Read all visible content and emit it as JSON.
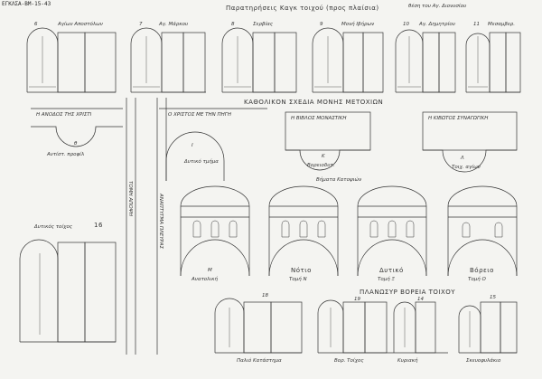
{
  "sheet": {
    "archive_code": "ΕΓΚΛΣΑ-ΒΜ-15-43",
    "header_title": "Παρατηρήσεις Καγκ τοιχού (προς πλαίσια)",
    "header_sub": "θέση του Αγ. Διονυσίου"
  },
  "top_row": [
    {
      "num": "6",
      "caption": "Αγίων Αποστόλων"
    },
    {
      "num": "7",
      "caption": "Αγ. Μάρκου"
    },
    {
      "num": "8",
      "caption": "Σερβίας"
    },
    {
      "num": "9",
      "caption": "Μονή Ιβήρων"
    },
    {
      "num": "10",
      "caption": "Αγ. Δημητρίου"
    },
    {
      "num": "11",
      "caption": "Μεσαμβερ."
    }
  ],
  "middle_title": "ΚΑΘΟΛΙΚΟΝ ΣΧΕΔΙΑ ΜΟΝΗΣ ΜΕΤΟΧΙΩΝ",
  "middle_panels": [
    {
      "title": "Η ΑΝΟΔΟΣ ΤΗΣ ΧΡΙΣΤΙ",
      "letter": "θ",
      "caption": "Αντίστ. προφίλ"
    },
    {
      "title": "Ο ΧΡΙΣΤΟΣ ΜΕ ΤΗΝ ΠΗΓΗ",
      "letter": "Ι",
      "caption": "Δυτικό τμήμα"
    },
    {
      "title": "Η ΒΙΒΛΟΣ ΜΟΝΑΣΤΙΚΗ",
      "letter": "Κ",
      "caption": "Βορειοδυτ."
    },
    {
      "title": "Η ΚΙΒΩΤΟΣ ΣΥΝΑΓΩΓΙΚΗ",
      "letter": "Λ",
      "caption": "Τοιχ. αγίων"
    }
  ],
  "section_caption": "Βήματα Κατοψιών",
  "lower_side": {
    "label": "Δυτικός τοίχος",
    "num": "16"
  },
  "column_labels": [
    "ΤΟΜΗ ΑΠΟΨΗ",
    "ΑΝΑΠΤΥΓΜΑ ΠΛΕΥΡΑΣ"
  ],
  "elevations": [
    {
      "name": "Μ",
      "caption": "Ανατολική"
    },
    {
      "name": "Νότιο",
      "caption": "Τομή Ν"
    },
    {
      "name": "Δυτικό",
      "caption": "Τομή Ξ"
    },
    {
      "name": "Βόρειο",
      "caption": "Τομή Ο"
    }
  ],
  "bottom_title": "ΠΛΑΝΩΣΥΡ ΒΟΡΕΙΑ ΤΟΙΧΟΥ",
  "bottom_panels": [
    {
      "num": "18",
      "caption": "Παλιό Κατάστημα"
    },
    {
      "num": "19",
      "caption": "Βορ. Τοίχος"
    },
    {
      "num": "14",
      "caption": "Κυριακή"
    },
    {
      "num": "15",
      "caption": "Σκευοφυλάκιο"
    }
  ]
}
